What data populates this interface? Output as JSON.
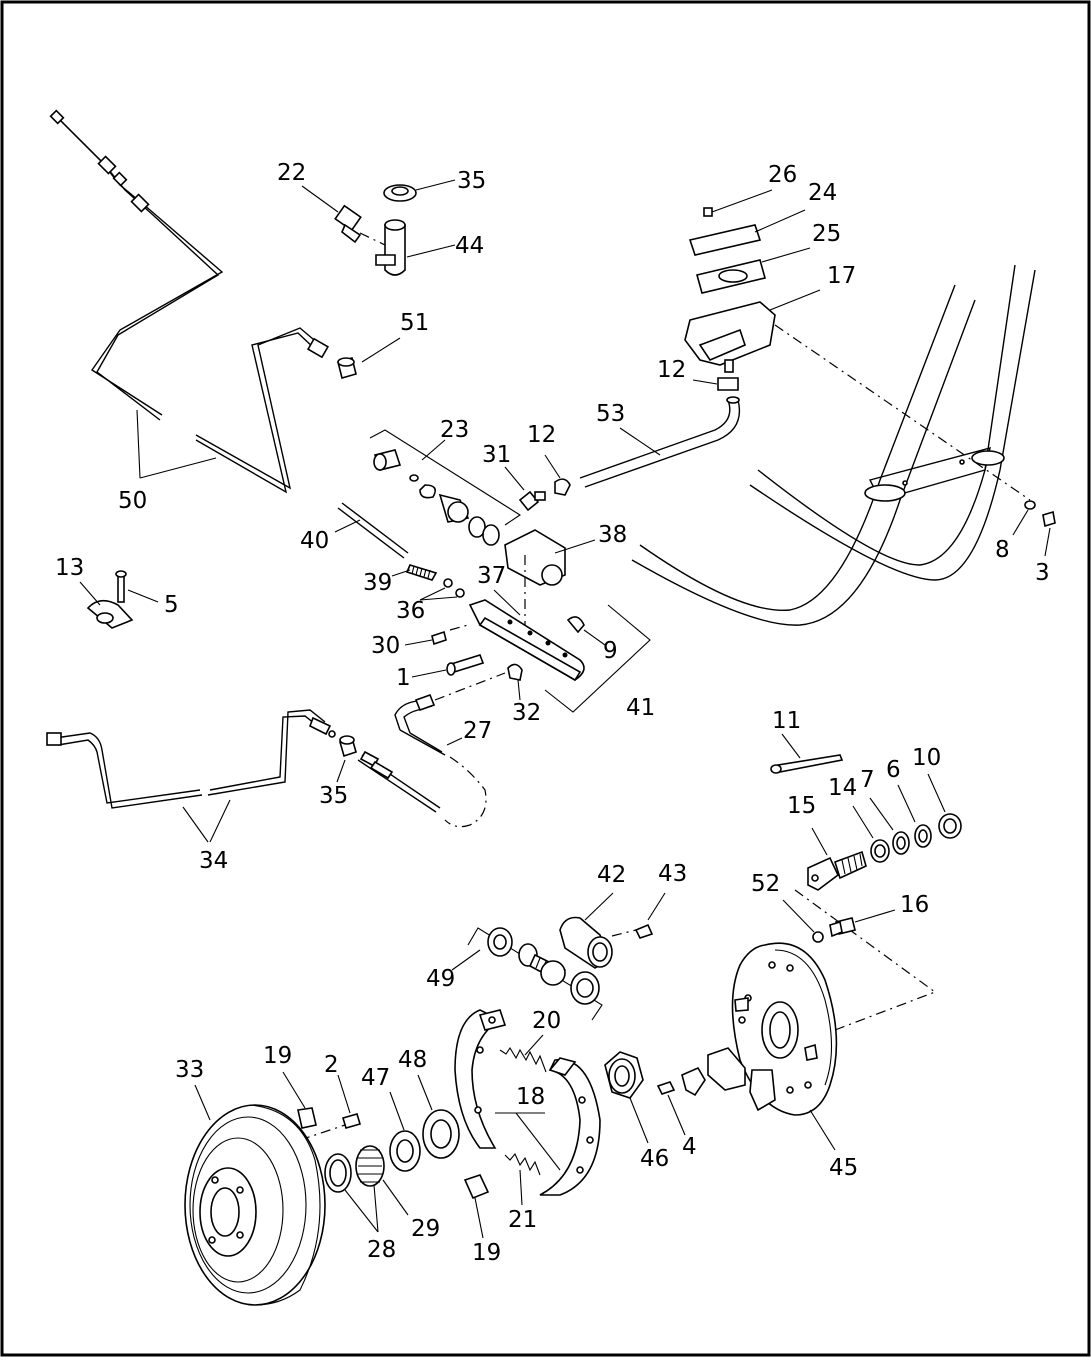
{
  "diagram": {
    "border_color": "#000000",
    "background": "#ffffff",
    "callouts": [
      {
        "id": "c22",
        "text": "22"
      },
      {
        "id": "c35a",
        "text": "35"
      },
      {
        "id": "c44",
        "text": "44"
      },
      {
        "id": "c26",
        "text": "26"
      },
      {
        "id": "c24",
        "text": "24"
      },
      {
        "id": "c25",
        "text": "25"
      },
      {
        "id": "c17",
        "text": "17"
      },
      {
        "id": "c51",
        "text": "51"
      },
      {
        "id": "c12a",
        "text": "12"
      },
      {
        "id": "c53",
        "text": "53"
      },
      {
        "id": "c23",
        "text": "23"
      },
      {
        "id": "c31",
        "text": "31"
      },
      {
        "id": "c12b",
        "text": "12"
      },
      {
        "id": "c50",
        "text": "50"
      },
      {
        "id": "c38",
        "text": "38"
      },
      {
        "id": "c40",
        "text": "40"
      },
      {
        "id": "c37",
        "text": "37"
      },
      {
        "id": "c8",
        "text": "8"
      },
      {
        "id": "c3",
        "text": "3"
      },
      {
        "id": "c13",
        "text": "13"
      },
      {
        "id": "c5",
        "text": "5"
      },
      {
        "id": "c39",
        "text": "39"
      },
      {
        "id": "c36",
        "text": "36"
      },
      {
        "id": "c30",
        "text": "30"
      },
      {
        "id": "c9",
        "text": "9"
      },
      {
        "id": "c1",
        "text": "1"
      },
      {
        "id": "c32",
        "text": "32"
      },
      {
        "id": "c41",
        "text": "41"
      },
      {
        "id": "c27",
        "text": "27"
      },
      {
        "id": "c11",
        "text": "11"
      },
      {
        "id": "c10",
        "text": "10"
      },
      {
        "id": "c14",
        "text": "14"
      },
      {
        "id": "c7",
        "text": "7"
      },
      {
        "id": "c6",
        "text": "6"
      },
      {
        "id": "c35b",
        "text": "35"
      },
      {
        "id": "c15",
        "text": "15"
      },
      {
        "id": "c34",
        "text": "34"
      },
      {
        "id": "c42",
        "text": "42"
      },
      {
        "id": "c43",
        "text": "43"
      },
      {
        "id": "c52",
        "text": "52"
      },
      {
        "id": "c16",
        "text": "16"
      },
      {
        "id": "c49",
        "text": "49"
      },
      {
        "id": "c20",
        "text": "20"
      },
      {
        "id": "c33",
        "text": "33"
      },
      {
        "id": "c19a",
        "text": "19"
      },
      {
        "id": "c2",
        "text": "2"
      },
      {
        "id": "c47",
        "text": "47"
      },
      {
        "id": "c48",
        "text": "48"
      },
      {
        "id": "c18",
        "text": "18"
      },
      {
        "id": "c46",
        "text": "46"
      },
      {
        "id": "c4",
        "text": "4"
      },
      {
        "id": "c45",
        "text": "45"
      },
      {
        "id": "c21",
        "text": "21"
      },
      {
        "id": "c29",
        "text": "29"
      },
      {
        "id": "c28",
        "text": "28"
      },
      {
        "id": "c19b",
        "text": "19"
      }
    ]
  }
}
